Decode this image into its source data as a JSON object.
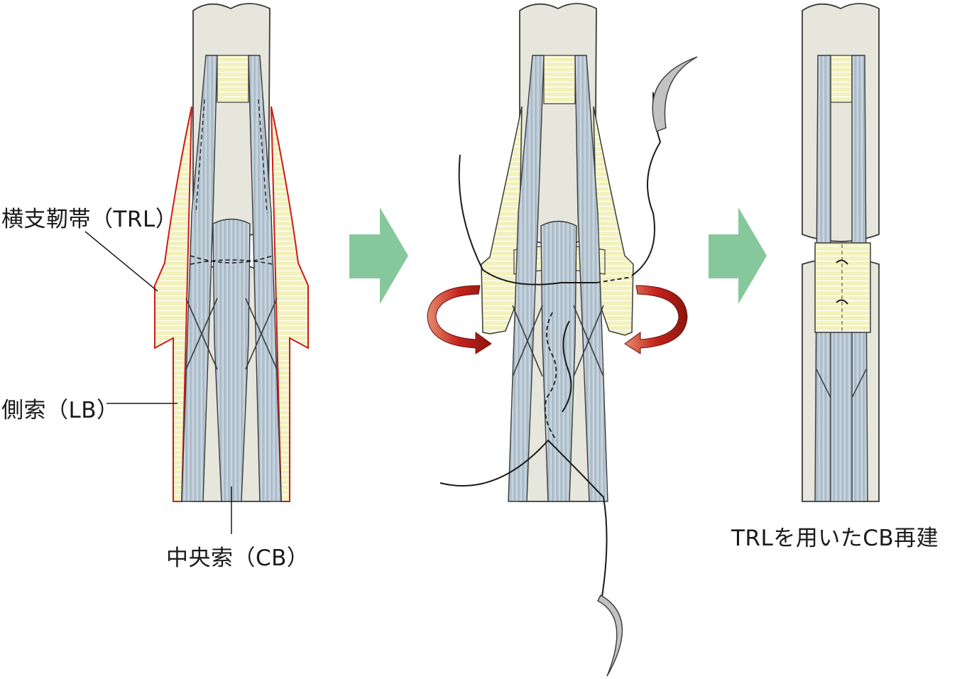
{
  "labels": {
    "trl": "横支靭帯（TRL）",
    "lb": "側索（LB）",
    "cb": "中央索（CB）",
    "caption": "TRLを用いたCB再建"
  },
  "colors": {
    "bone": "#e7e6dd",
    "bone_stroke": "#3a3a3a",
    "tendon": "#b4c4d0",
    "tendon_line": "#eaf0f4",
    "ligament": "#f2f1bd",
    "ligament_edge": "#cc1a1a",
    "arrow": "#86c89c",
    "rotation_arrow": "#c4231b",
    "suture": "#1a1a1a",
    "needle": "#c2c2c2"
  },
  "panels": [
    "before-repair",
    "suturing",
    "after-reconstruction"
  ]
}
